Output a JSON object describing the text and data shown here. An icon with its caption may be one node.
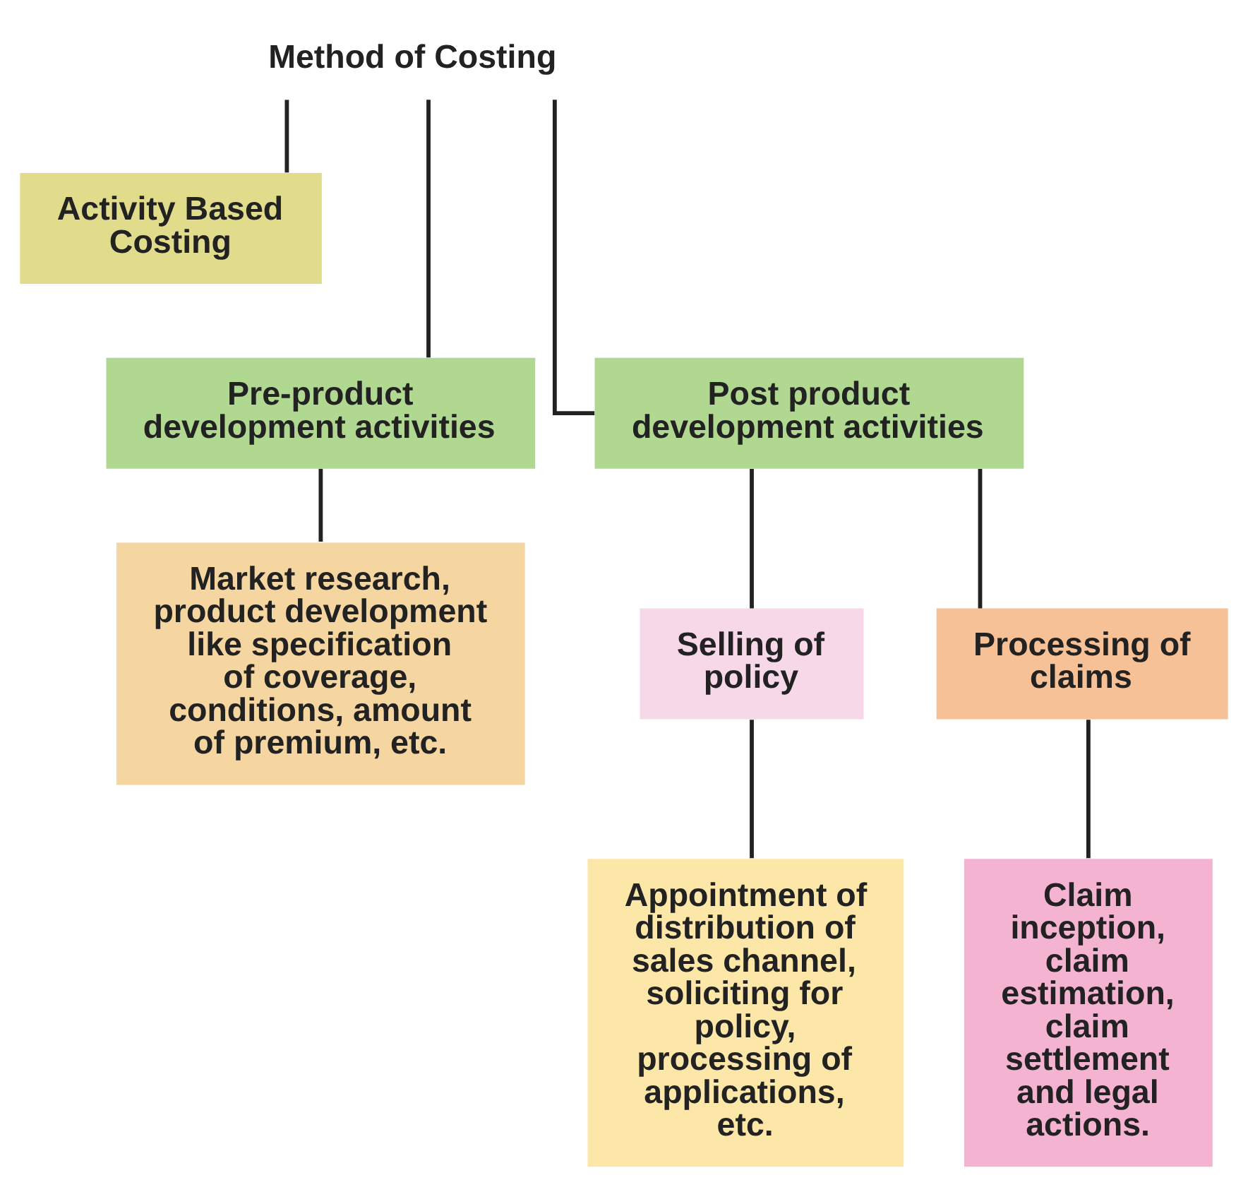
{
  "diagram": {
    "nodes": [
      {
        "text": [
          "Method of Costing"
        ]
      },
      {
        "text": [
          "Activity Based Costing"
        ]
      },
      {
        "text": [
          "Pre-product development activities"
        ]
      },
      {
        "text": [
          "Post product development activities"
        ]
      },
      {
        "text": [
          "Market research, product development like specification of coverage, conditions, amount of premium, etc."
        ]
      },
      {
        "text": [
          "Selling of policy"
        ]
      },
      {
        "text": [
          "Processing of claims"
        ]
      },
      {
        "text": [
          "Appointment of distribution of sales channel, soliciting for policy, processing of applications, etc."
        ]
      },
      {
        "text": [
          "Claim inception, claim estimation, claim settlement and legal actions."
        ]
      }
    ],
    "edges": [
      {
        "from": 0,
        "to": 1,
        "arrow": "none"
      },
      {
        "from": 0,
        "to": 2,
        "arrow": "none"
      },
      {
        "from": 0,
        "to": 3,
        "arrow": "none"
      },
      {
        "from": 2,
        "to": 4,
        "arrow": "none"
      },
      {
        "from": 3,
        "to": 5,
        "arrow": "none"
      },
      {
        "from": 3,
        "to": 6,
        "arrow": "none"
      },
      {
        "from": 5,
        "to": 7,
        "arrow": "none"
      },
      {
        "from": 6,
        "to": 8,
        "arrow": "none"
      }
    ]
  }
}
